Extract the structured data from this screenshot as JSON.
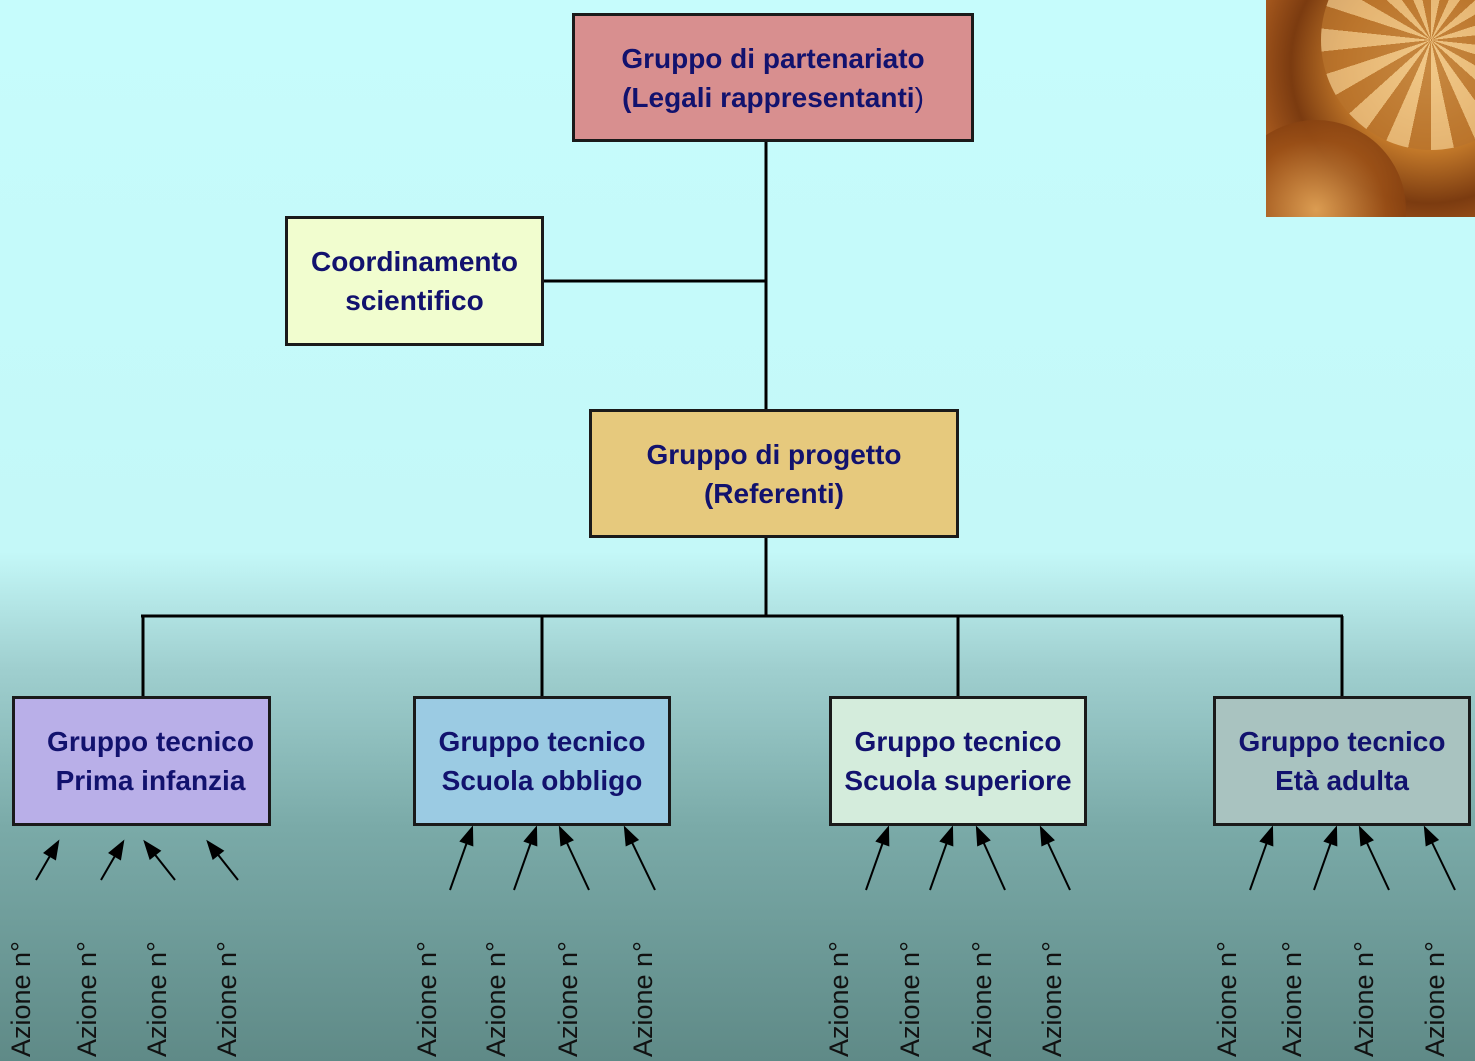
{
  "nodes": {
    "partenariato": {
      "line1": "Gruppo di partenariato",
      "line2": "(Legali rappresentanti",
      "line2_end": ")"
    },
    "coordinamento": {
      "line1": "Coordinamento",
      "line2": "scientifico"
    },
    "progetto": {
      "line1": "Gruppo di progetto",
      "line2": "(Referenti)"
    },
    "tecnici": [
      {
        "line1": "Gruppo tecnico",
        "line2": "Prima infanzia"
      },
      {
        "line1": "Gruppo tecnico",
        "line2": "Scuola obbligo"
      },
      {
        "line1": "Gruppo tecnico",
        "line2": "Scuola superiore"
      },
      {
        "line1": "Gruppo tecnico",
        "line2": "Età adulta"
      }
    ]
  },
  "azione_label": "Azione n°",
  "colors": {
    "partenariato": "#d88f8f",
    "coordinamento": "#f1fdcf",
    "progetto": "#e6c97d",
    "prima_infanzia": "#b9afe8",
    "scuola_obbligo": "#9bcbe3",
    "scuola_superiore": "#d4ecdc",
    "eta_adulta": "#a9c3c0",
    "text": "#12126e"
  },
  "images": {
    "gear": "gear-photo"
  }
}
